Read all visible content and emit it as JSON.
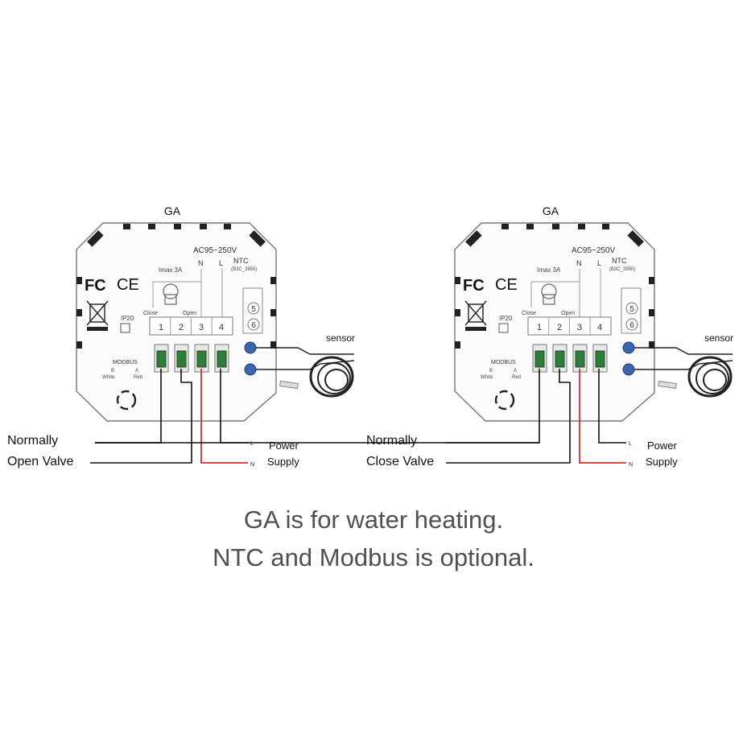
{
  "colors": {
    "wire": "#111111",
    "neutral_wire": "#d9302b",
    "body_outline": "#777777",
    "terminal_green": "#2f7d3a",
    "caption_text": "#505050",
    "screw_blue": "#3a66b0"
  },
  "diagrams": [
    {
      "title": "GA",
      "voltage": "AC95~250V",
      "imax": "Imax 3A",
      "n_mark": "N",
      "l_mark": "L",
      "ntc": "NTC",
      "ntc_spec": "(B3C_3950)",
      "close": "Close",
      "open": "Open",
      "terminals": [
        "1",
        "2",
        "3",
        "4"
      ],
      "ntc_terminals": [
        "5",
        "6"
      ],
      "ip": "IP20",
      "modbus": "MODBUS",
      "modbus_b": "B",
      "modbus_a": "A",
      "modbus_white": "White",
      "modbus_red": "Red",
      "fc": "FC",
      "ce": "CE",
      "sensor": "sensor",
      "valve_line1": "Normally",
      "valve_line2": "Open Valve",
      "power_line1": "Power",
      "power_line2": "Supply",
      "l_label": "L",
      "n_label": "N"
    },
    {
      "title": "GA",
      "voltage": "AC95~250V",
      "imax": "Imax 3A",
      "n_mark": "N",
      "l_mark": "L",
      "ntc": "NTC",
      "ntc_spec": "(B3C_3950)",
      "close": "Close",
      "open": "Open",
      "terminals": [
        "1",
        "2",
        "3",
        "4"
      ],
      "ntc_terminals": [
        "5",
        "6"
      ],
      "ip": "IP20",
      "modbus": "MODBUS",
      "modbus_b": "B",
      "modbus_a": "A",
      "modbus_white": "White",
      "modbus_red": "Red",
      "fc": "FC",
      "ce": "CE",
      "sensor": "sensor",
      "valve_line1": "Normally",
      "valve_line2": "Close Valve",
      "power_line1": "Power",
      "power_line2": "Supply",
      "l_label": "L",
      "n_label": "N"
    }
  ],
  "caption": {
    "line1": "GA is for water heating.",
    "line2": "NTC and Modbus is optional."
  }
}
